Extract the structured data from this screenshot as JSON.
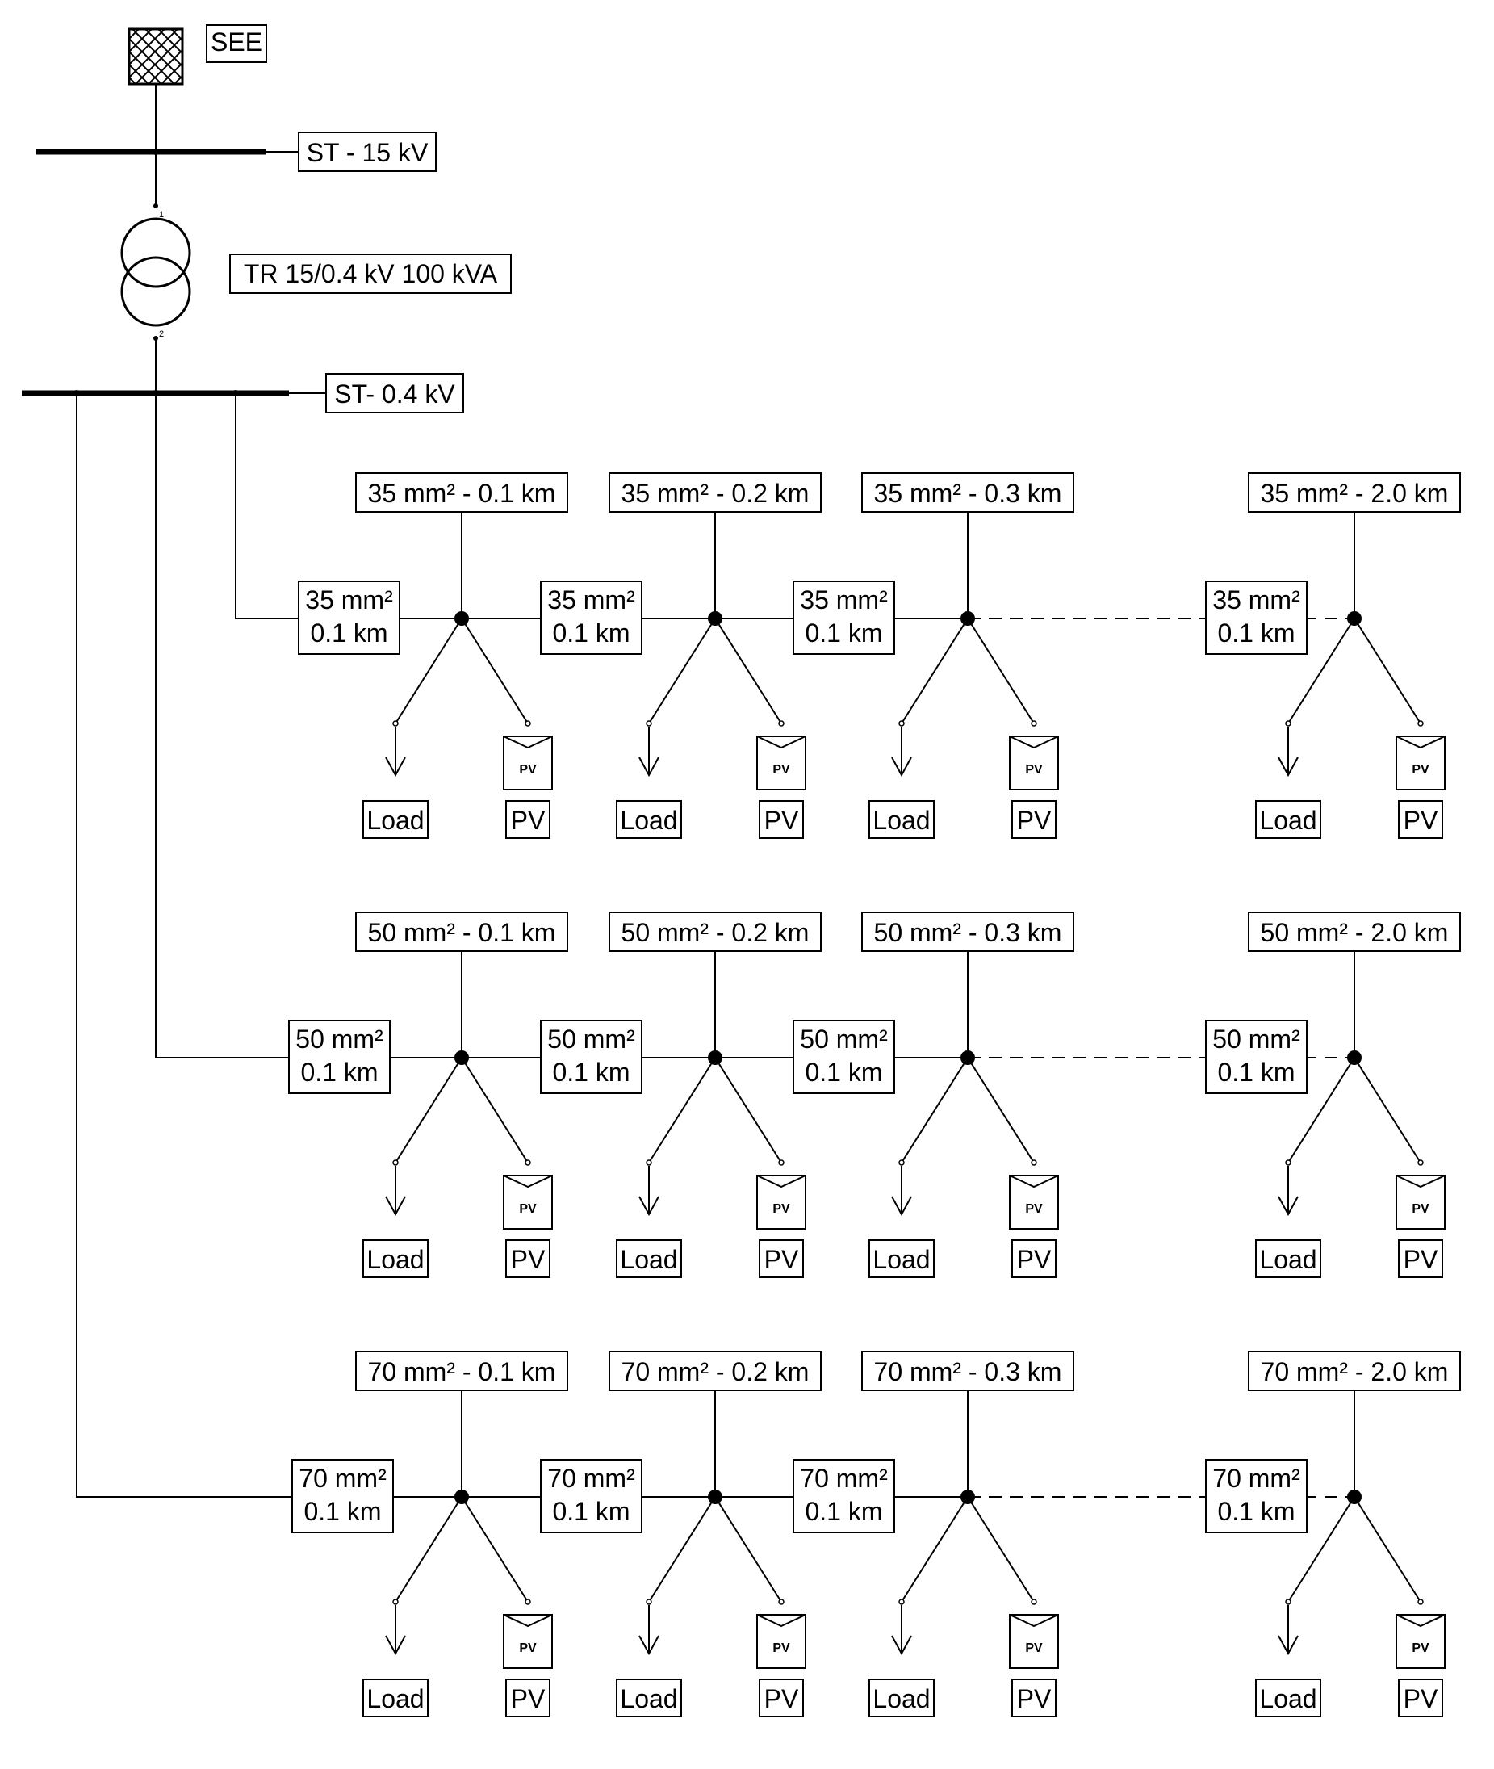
{
  "grid": {
    "source_label": "SEE",
    "hv_bus_label": "ST - 15 kV",
    "transformer_label": "TR 15/0.4 kV 100 kVA",
    "transformer_terminal_1": "1",
    "transformer_terminal_2": "2",
    "lv_bus_label": "ST- 0.4 kV"
  },
  "feeders": [
    {
      "cross_section": "35 mm²",
      "segment_label_line1": "35 mm²",
      "segment_label_line2": "0.1 km",
      "nodes": [
        {
          "distance_label": "35 mm² - 0.1 km",
          "load_label": "Load",
          "pv_label": "PV",
          "pv_symbol_text": "PV"
        },
        {
          "distance_label": "35 mm² - 0.2 km",
          "load_label": "Load",
          "pv_label": "PV",
          "pv_symbol_text": "PV"
        },
        {
          "distance_label": "35 mm² - 0.3 km",
          "load_label": "Load",
          "pv_label": "PV",
          "pv_symbol_text": "PV"
        },
        {
          "distance_label": "35 mm² - 2.0 km",
          "load_label": "Load",
          "pv_label": "PV",
          "pv_symbol_text": "PV"
        }
      ]
    },
    {
      "cross_section": "50 mm²",
      "segment_label_line1": "50 mm²",
      "segment_label_line2": "0.1 km",
      "nodes": [
        {
          "distance_label": "50 mm² - 0.1 km",
          "load_label": "Load",
          "pv_label": "PV",
          "pv_symbol_text": "PV"
        },
        {
          "distance_label": "50 mm² - 0.2 km",
          "load_label": "Load",
          "pv_label": "PV",
          "pv_symbol_text": "PV"
        },
        {
          "distance_label": "50 mm² - 0.3 km",
          "load_label": "Load",
          "pv_label": "PV",
          "pv_symbol_text": "PV"
        },
        {
          "distance_label": "50 mm² - 2.0 km",
          "load_label": "Load",
          "pv_label": "PV",
          "pv_symbol_text": "PV"
        }
      ]
    },
    {
      "cross_section": "70 mm²",
      "segment_label_line1": "70 mm²",
      "segment_label_line2": "0.1 km",
      "nodes": [
        {
          "distance_label": "70 mm² - 0.1 km",
          "load_label": "Load",
          "pv_label": "PV",
          "pv_symbol_text": "PV"
        },
        {
          "distance_label": "70 mm² - 0.2 km",
          "load_label": "Load",
          "pv_label": "PV",
          "pv_symbol_text": "PV"
        },
        {
          "distance_label": "70 mm² - 0.3 km",
          "load_label": "Load",
          "pv_label": "PV",
          "pv_symbol_text": "PV"
        },
        {
          "distance_label": "70 mm² - 2.0 km",
          "load_label": "Load",
          "pv_label": "PV",
          "pv_symbol_text": "PV"
        }
      ]
    }
  ],
  "colors": {
    "line": "#000000",
    "background": "#ffffff"
  }
}
